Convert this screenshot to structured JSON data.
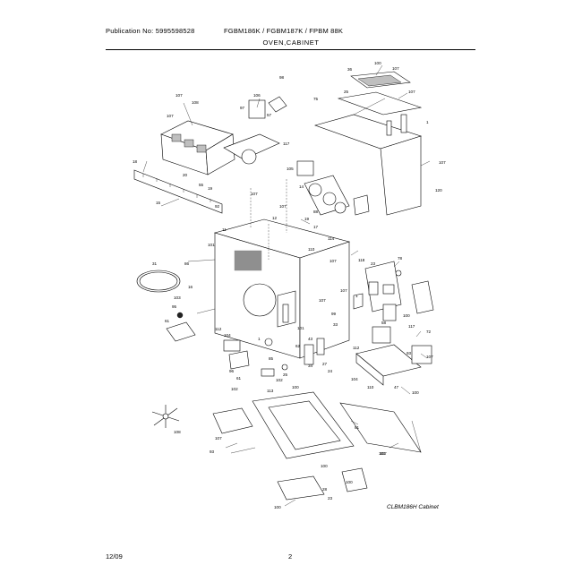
{
  "header": {
    "publication": "Publication No: 5995598528",
    "models": "FGBM186K / FGBM187K / FPBM 88K"
  },
  "section_title": "OVEN,CABINET",
  "diagram": {
    "code": "CLBM186H Cabinet",
    "callouts": [
      "100",
      "107",
      "36",
      "98",
      "25",
      "107",
      "75",
      "107",
      "108",
      "106",
      "97",
      "57",
      "107",
      "1",
      "120",
      "117",
      "55",
      "18",
      "107",
      "19",
      "105",
      "20",
      "107",
      "14",
      "92",
      "12",
      "15",
      "19",
      "88",
      "107",
      "17",
      "11",
      "114",
      "110",
      "107",
      "101",
      "118",
      "31",
      "86",
      "23",
      "78",
      "16",
      "107",
      "103",
      "95",
      "107",
      "1",
      "100",
      "117",
      "61",
      "99",
      "112",
      "33",
      "101",
      "58",
      "72",
      "1",
      "104",
      "112",
      "93",
      "43",
      "107",
      "85",
      "62",
      "34",
      "27",
      "24",
      "25",
      "102",
      "104",
      "110",
      "96",
      "61",
      "47",
      "100",
      "113",
      "100",
      "102",
      "108",
      "81",
      "101",
      "107",
      "93",
      "100",
      "107",
      "100",
      "28",
      "23",
      "100"
    ]
  },
  "footer": {
    "date": "12/09",
    "page": "2"
  }
}
